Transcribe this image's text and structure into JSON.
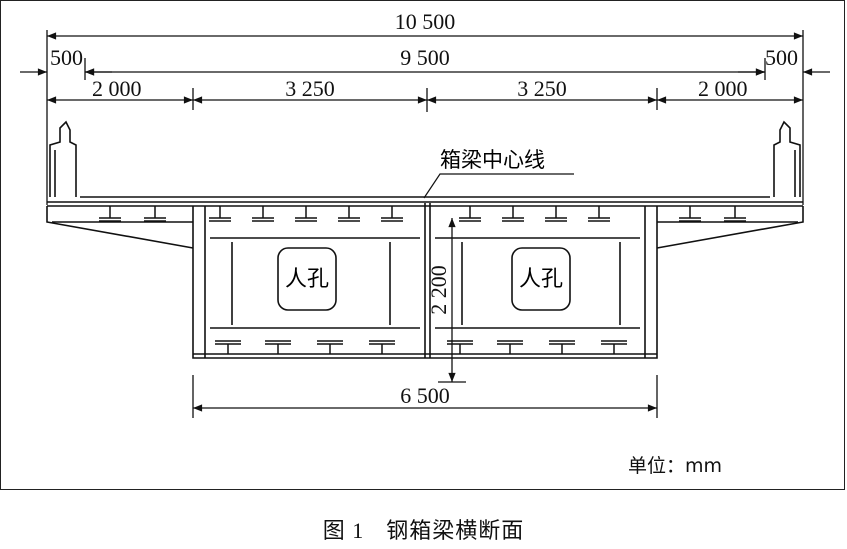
{
  "dimensions": {
    "total_width": "10 500",
    "deck_width": "9 500",
    "left_edge": "500",
    "right_edge": "500",
    "left_cantilever": "2 000",
    "left_half": "3 250",
    "right_half": "3 250",
    "right_cantilever": "2 000",
    "box_height": "2 200",
    "bottom_width": "6 500"
  },
  "labels": {
    "centerline": "箱梁中心线",
    "manhole_left": "人孔",
    "manhole_right": "人孔"
  },
  "unit_note": "单位：mm",
  "caption": {
    "number": "图 1",
    "title": "钢箱梁横断面"
  }
}
